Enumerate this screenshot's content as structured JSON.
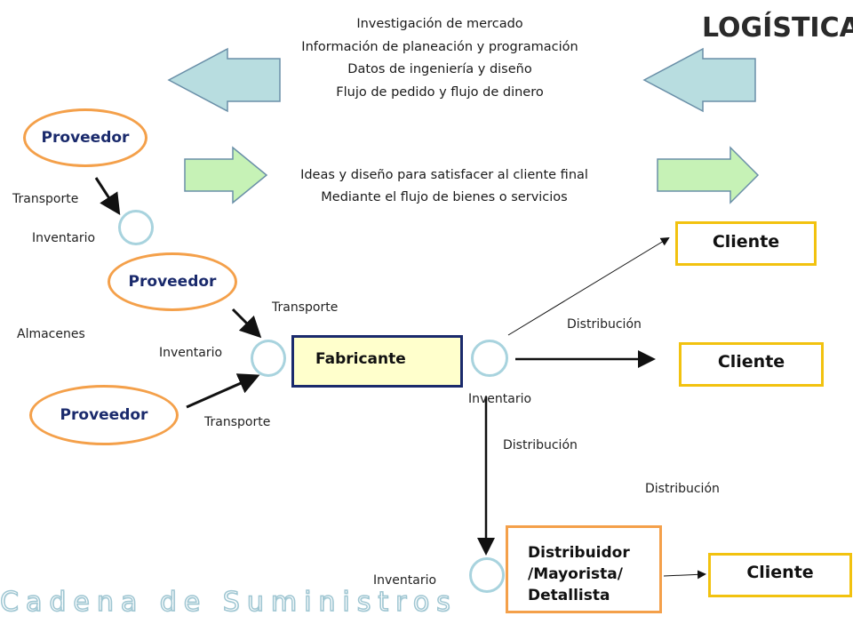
{
  "logo": "LOGÍSTICA",
  "top_info": [
    "Investigación de mercado",
    "Información de planeación y programación",
    "Datos de ingeniería y diseño",
    "Flujo de pedido y flujo de dinero"
  ],
  "forward_info": [
    "Ideas y diseño para satisfacer al cliente final",
    "Mediante el flujo de bienes o servicios"
  ],
  "suppliers": [
    "Proveedor",
    "Proveedor",
    "Proveedor"
  ],
  "manufacturer": "Fabricante",
  "distributor": "Distribuidor\n/Mayorista/\nDetallista",
  "customers": [
    "Cliente",
    "Cliente",
    "Cliente"
  ],
  "labels": {
    "transporte_1": "Transporte",
    "inventario_1": "Inventario",
    "transporte_2": "Transporte",
    "almacenes": "Almacenes",
    "inventario_2": "Inventario",
    "transporte_3": "Transporte",
    "distribucion_1": "Distribución",
    "inventario_3": "Inventario",
    "distribucion_2": "Distribución",
    "distribucion_3": "Distribución",
    "inventario_4": "Inventario"
  },
  "bottom_title": "Cadena de Suministros",
  "colors": {
    "oval_border": "#f4a04a",
    "circle_border": "#a8d3de",
    "cliente_border": "#f2c20f",
    "fabricante_fill": "#ffffcc",
    "fabricante_border": "#1a2a6c",
    "arrow_blue": "#b8dde0",
    "arrow_green": "#c6f2b6",
    "entity_text": "#1a2a6c"
  }
}
